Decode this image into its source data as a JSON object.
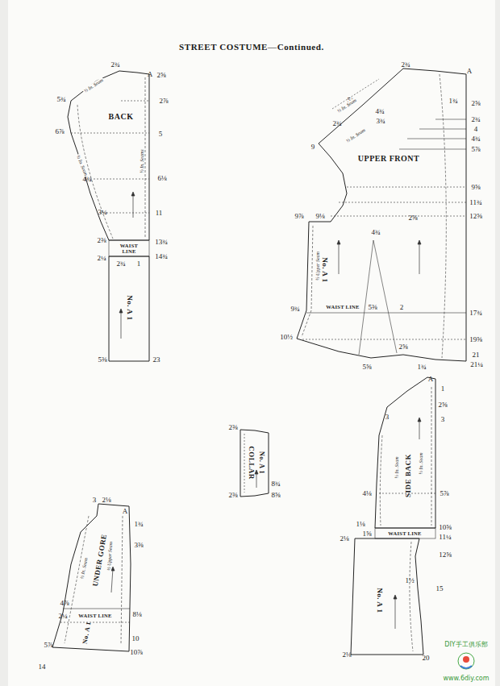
{
  "diagram": {
    "title": "STREET COSTUME—Continued.",
    "nodes": [
      {
        "text": [
          "BACK"
        ]
      },
      {
        "text": [
          "UPPER FRONT",
          "No. A 1"
        ]
      },
      {
        "text": [
          "No. A 1"
        ]
      },
      {
        "text": [
          "SIDE BACK"
        ]
      },
      {
        "text": [
          "COLLAR",
          "No. A 1"
        ]
      },
      {
        "text": [
          "No. A 1"
        ]
      },
      {
        "text": [
          "UNDER GORE",
          "No. A 1"
        ]
      }
    ],
    "labels": [
      "2¾",
      "A",
      "2⅝",
      "5¾",
      "2⅞",
      "6⅞",
      "5",
      "4¾",
      "6⅛",
      "3¼",
      "11",
      "2⅜",
      "13¾",
      "WAIST LINE",
      "2¼",
      "2¾",
      "1",
      "14¾",
      "5⅜",
      "23",
      "½ In. Seam",
      "½ In. Seam",
      "½ In. Seams",
      "2¾",
      "A",
      "1¾",
      "2⅝",
      "2¾",
      "4",
      "4¾",
      "5⅞",
      "9⅝",
      "11¾",
      "12⅝",
      "17¾",
      "19⅝",
      "21",
      "21¼",
      "5¾",
      "4¾",
      "3¾",
      "2¾",
      "9",
      "9⅞",
      "9⅛",
      "2⅝",
      "4¾",
      "9¾",
      "WAIST LINE",
      "5⅜",
      "2",
      "10½",
      "2⅝",
      "5⅝",
      "1¾",
      "½ In. Seam",
      "½ In. Seam",
      "½ Upper Seam",
      "2⅜",
      "2⅜",
      "8¾",
      "8⅝",
      "A",
      "1",
      "2⅝",
      "3",
      "3",
      "½ In. Seam",
      "½ In. Seam",
      "4⅛",
      "5⅞",
      "1⅛",
      "WAIST LINE",
      "10⅝",
      "1⅝",
      "11¼",
      "2⅛",
      "12⅝",
      "1½",
      "15",
      "2⅛",
      "20",
      "3",
      "2⅛",
      "A",
      "1¾",
      "3⅜",
      "½ In. Seam",
      "½ Upper Seam",
      "4⅞",
      "WAIST LINE",
      "2¼",
      "8⅛",
      "10",
      "10⅞",
      "5⅞",
      "14",
      "DIY手工俱乐部",
      "www.6diy.com"
    ]
  }
}
